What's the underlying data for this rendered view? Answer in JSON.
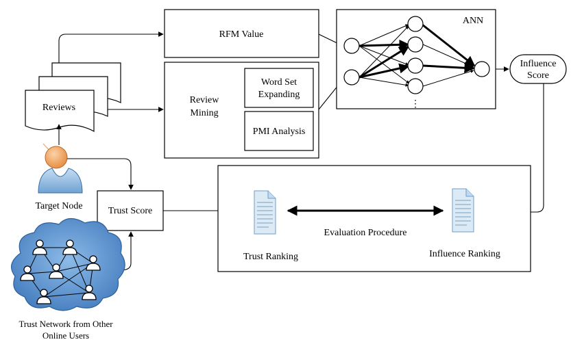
{
  "labels": {
    "rfm_value": "RFM Value",
    "review_mining_line1": "Review",
    "review_mining_line2": "Mining",
    "word_set_line1": "Word Set",
    "word_set_line2": "Expanding",
    "pmi_analysis": "PMI Analysis",
    "ann": "ANN",
    "influence_score_line1": "Influence",
    "influence_score_line2": "Score",
    "reviews": "Reviews",
    "target_node": "Target Node",
    "trust_score": "Trust Score",
    "trust_ranking": "Trust Ranking",
    "influence_ranking": "Influence Ranking",
    "evaluation_procedure": "Evaluation Procedure",
    "trust_network_line1": "Trust Network from Other",
    "trust_network_line2": "Online Users",
    "ellipsis": "⋮"
  },
  "colors": {
    "cloud": "#4a86c8",
    "cloud_edge": "#2d5f9a",
    "person_head": "#f2a35e",
    "person_body": "#9dc3e6",
    "doc_fill": "#dbeaf5"
  }
}
